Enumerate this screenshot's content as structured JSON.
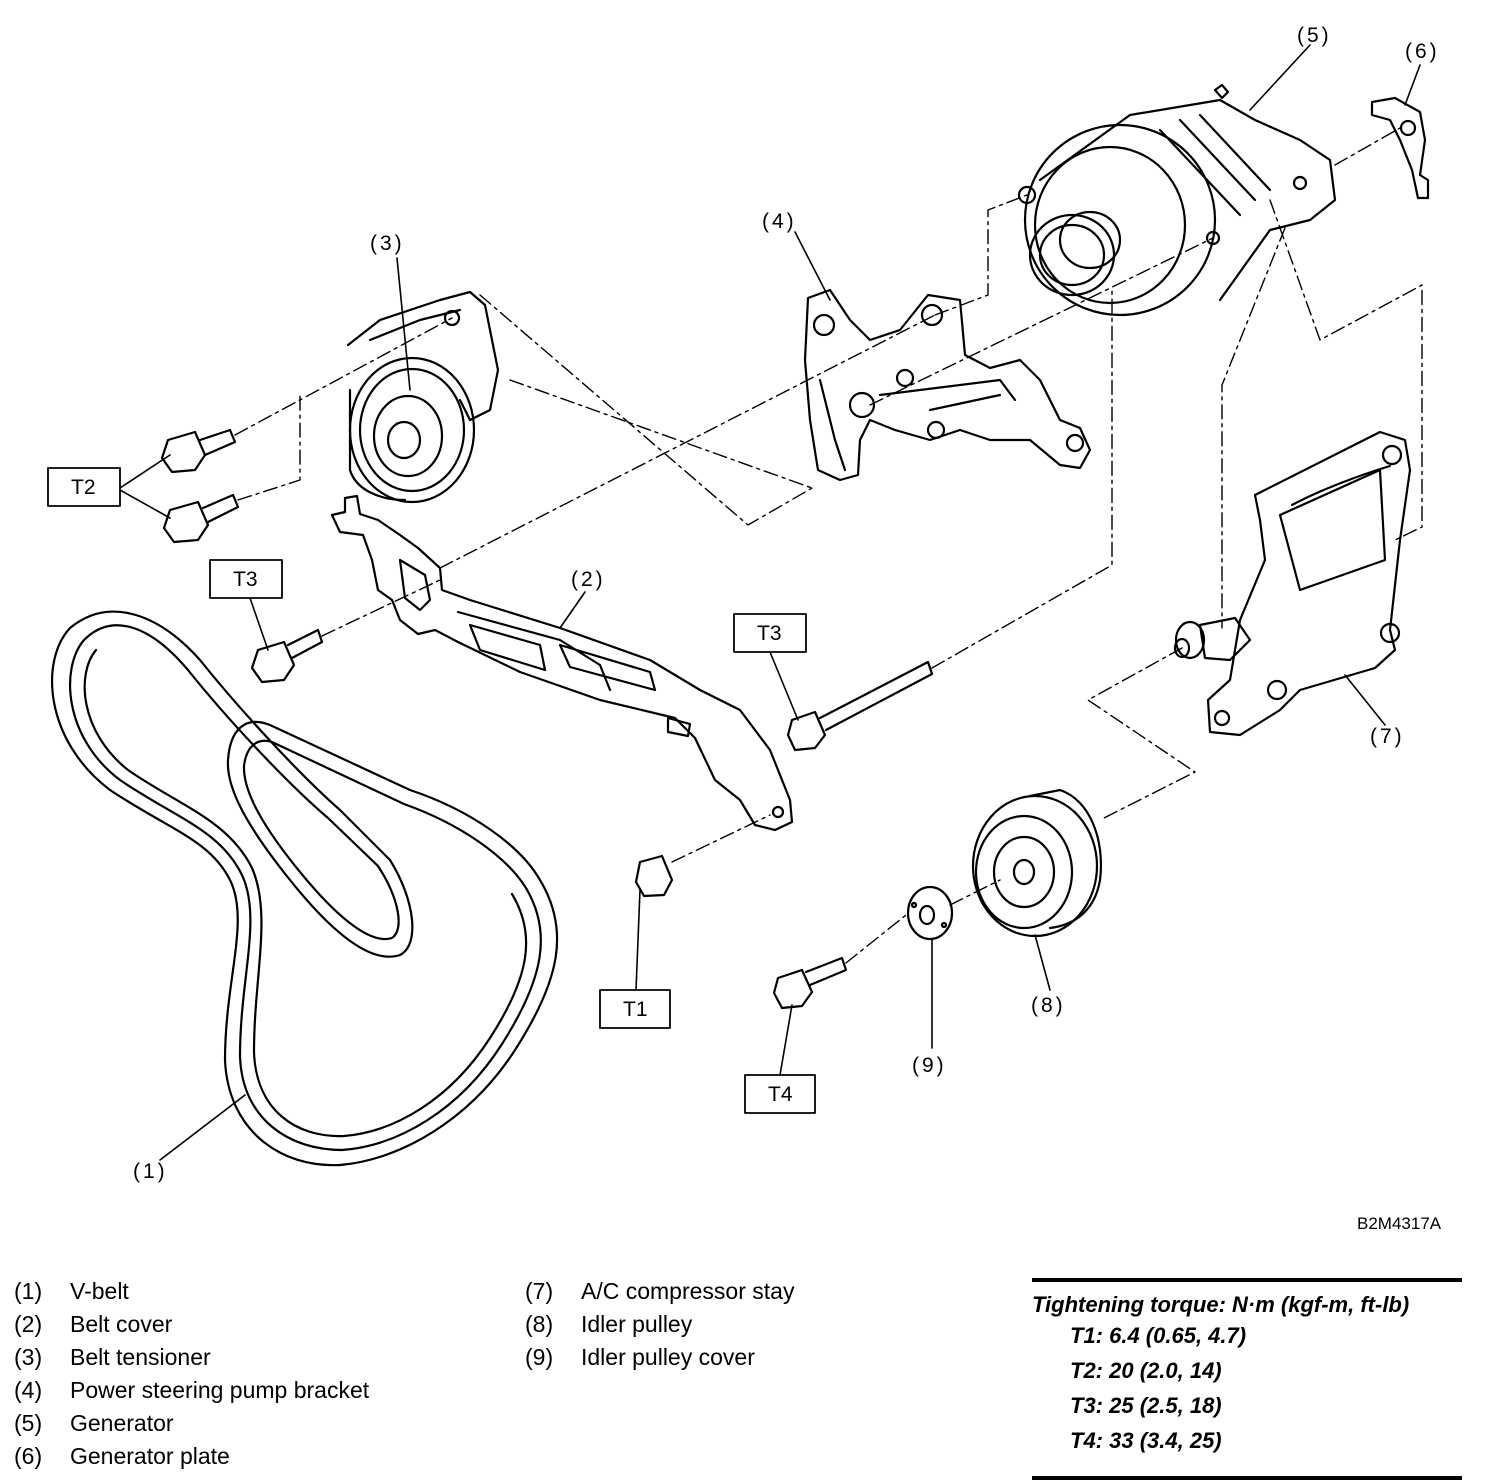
{
  "diagram": {
    "callouts": {
      "c1": "(1)",
      "c2": "(2)",
      "c3": "(3)",
      "c4": "(4)",
      "c5": "(5)",
      "c6": "(6)",
      "c7": "(7)",
      "c8": "(8)",
      "c9": "(9)"
    },
    "torque_labels": {
      "t1": "T1",
      "t2": "T2",
      "t3a": "T3",
      "t3b": "T3",
      "t4": "T4"
    },
    "figure_code": "B2M4317A"
  },
  "legend": [
    {
      "num": "(1)",
      "name": "V-belt"
    },
    {
      "num": "(2)",
      "name": "Belt cover"
    },
    {
      "num": "(3)",
      "name": "Belt tensioner"
    },
    {
      "num": "(4)",
      "name": "Power steering pump bracket"
    },
    {
      "num": "(5)",
      "name": "Generator"
    },
    {
      "num": "(6)",
      "name": "Generator plate"
    },
    {
      "num": "(7)",
      "name": "A/C compressor stay"
    },
    {
      "num": "(8)",
      "name": "Idler pulley"
    },
    {
      "num": "(9)",
      "name": "Idler pulley cover"
    }
  ],
  "torque": {
    "title": "Tightening torque: N·m (kgf-m, ft-lb)",
    "specs": [
      "T1: 6.4 (0.65, 4.7)",
      "T2: 20 (2.0, 14)",
      "T3: 25 (2.5, 18)",
      "T4: 33 (3.4, 25)"
    ]
  }
}
